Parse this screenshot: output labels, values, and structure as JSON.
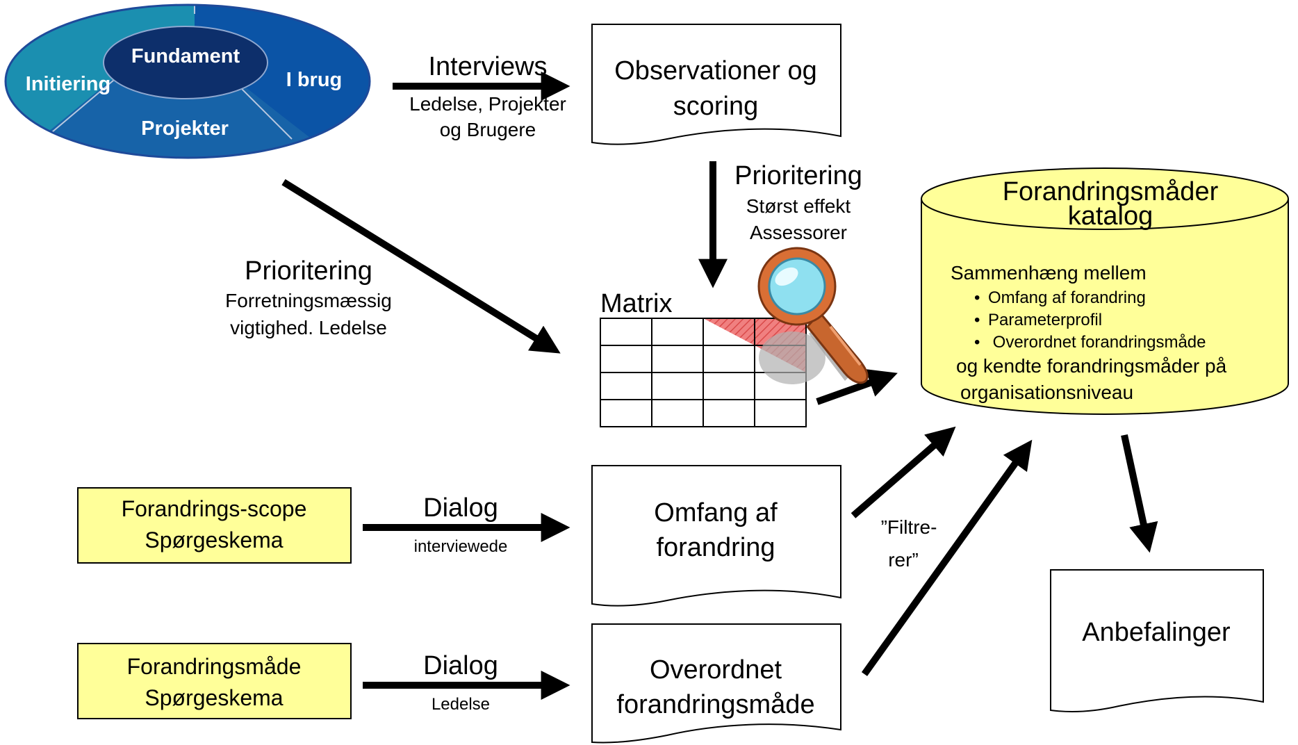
{
  "colors": {
    "note_fill": "#ffff99",
    "cylinder_fill": "#ffff99",
    "ellipse_outer_left": "#1b8fb0",
    "ellipse_outer_right": "#0b54a6",
    "ellipse_bottom": "#1763a8",
    "ellipse_center": "#0d2f6b",
    "highlight": "#f08080"
  },
  "ellipse": {
    "center": "Fundament",
    "left": "Initiering",
    "right": "I brug",
    "bottom": "Projekter"
  },
  "interviews": {
    "title": "Interviews",
    "line1": "Ledelse, Projekter",
    "line2": "og Brugere"
  },
  "observations": {
    "line1": "Observationer og",
    "line2": "scoring"
  },
  "prioritering_top": {
    "title": "Prioritering",
    "line1": "Størst effekt",
    "line2": "Assessorer"
  },
  "prioritering_left": {
    "title": "Prioritering",
    "line1": "Forretningsmæssig",
    "line2": "vigtighed. Ledelse"
  },
  "matrix": {
    "label": "Matrix",
    "icon": "magnifier-icon"
  },
  "catalog": {
    "title1": "Forandringsmåder",
    "title2": "katalog",
    "intro": "Sammenhæng mellem",
    "bullets": [
      "Omfang af forandring",
      "Parameterprofil",
      " Overordnet forandringsmåde"
    ],
    "outro1": "og kendte forandringsmåder på",
    "outro2": "organisationsniveau"
  },
  "scope_box": {
    "line1": "Forandrings-scope",
    "line2": "Spørgeskema"
  },
  "method_box": {
    "line1": "Forandringsmåde",
    "line2": "Spørgeskema"
  },
  "dialog1": {
    "title": "Dialog",
    "sub": "interviewede"
  },
  "dialog2": {
    "title": "Dialog",
    "sub": "Ledelse"
  },
  "omfang": {
    "line1": "Omfang af",
    "line2": "forandring"
  },
  "overordnet": {
    "line1": "Overordnet",
    "line2": "forandringsmåde"
  },
  "filter": {
    "line1": "”Filtre-",
    "line2": "rer”"
  },
  "anbefalinger": {
    "label": "Anbefalinger"
  }
}
